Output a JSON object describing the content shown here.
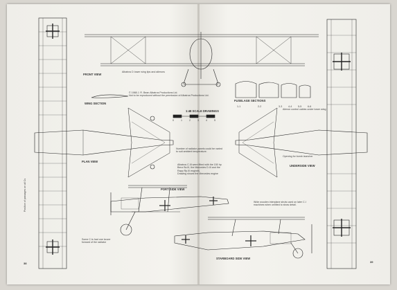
{
  "labels": {
    "front_view": "FRONT VIEW",
    "wing_section": "WING SECTION",
    "fuselage_sections": "FUSELAGE SECTIONS",
    "plan_view": "PLAN VIEW",
    "underside_view": "UNDERSIDE VIEW",
    "port_side_view": "PORT SIDE VIEW",
    "starboard_side_view": "STARBOARD SIDE VIEW",
    "scale": "1:48 SCALE DRAWINGS"
  },
  "notes": {
    "front_note": "Albatros D lower wing tips and ailerons",
    "copyright": "© 1988 J. R. Bean Albatros Productions Ltd.\nNot to be reproduced without the permission of Albatros Productions Ltd.",
    "fuselage_note": "Aileron control cables under lower wing",
    "radiator_note": "Number of radiator panels could be varied\nto suit ambient temperature.",
    "engine_note": "Albatros C.III were fitted with the 150 hp\nBenz Bz.III, the Mercedes D.III and the\nRapp Rp.III engines.\nDrawing shows the Mercedes engine",
    "opening_note": "Opening for bomb launcher",
    "propeller_note": "Wide wooden interplane struts used on later C.I\nmachines when omitted to show detail.",
    "fuel_note": "Some C.Is had one louver\nforward of the radiator",
    "position_note": "Position of passages on all Cs"
  },
  "scale_ticks": [
    "0",
    "1",
    "2",
    "3",
    "4",
    "5"
  ],
  "section_numbers": [
    "1-1",
    "2-2",
    "3-3",
    "4-4",
    "5-5",
    "6-6"
  ],
  "page_numbers": {
    "left": "38",
    "right": "39"
  }
}
